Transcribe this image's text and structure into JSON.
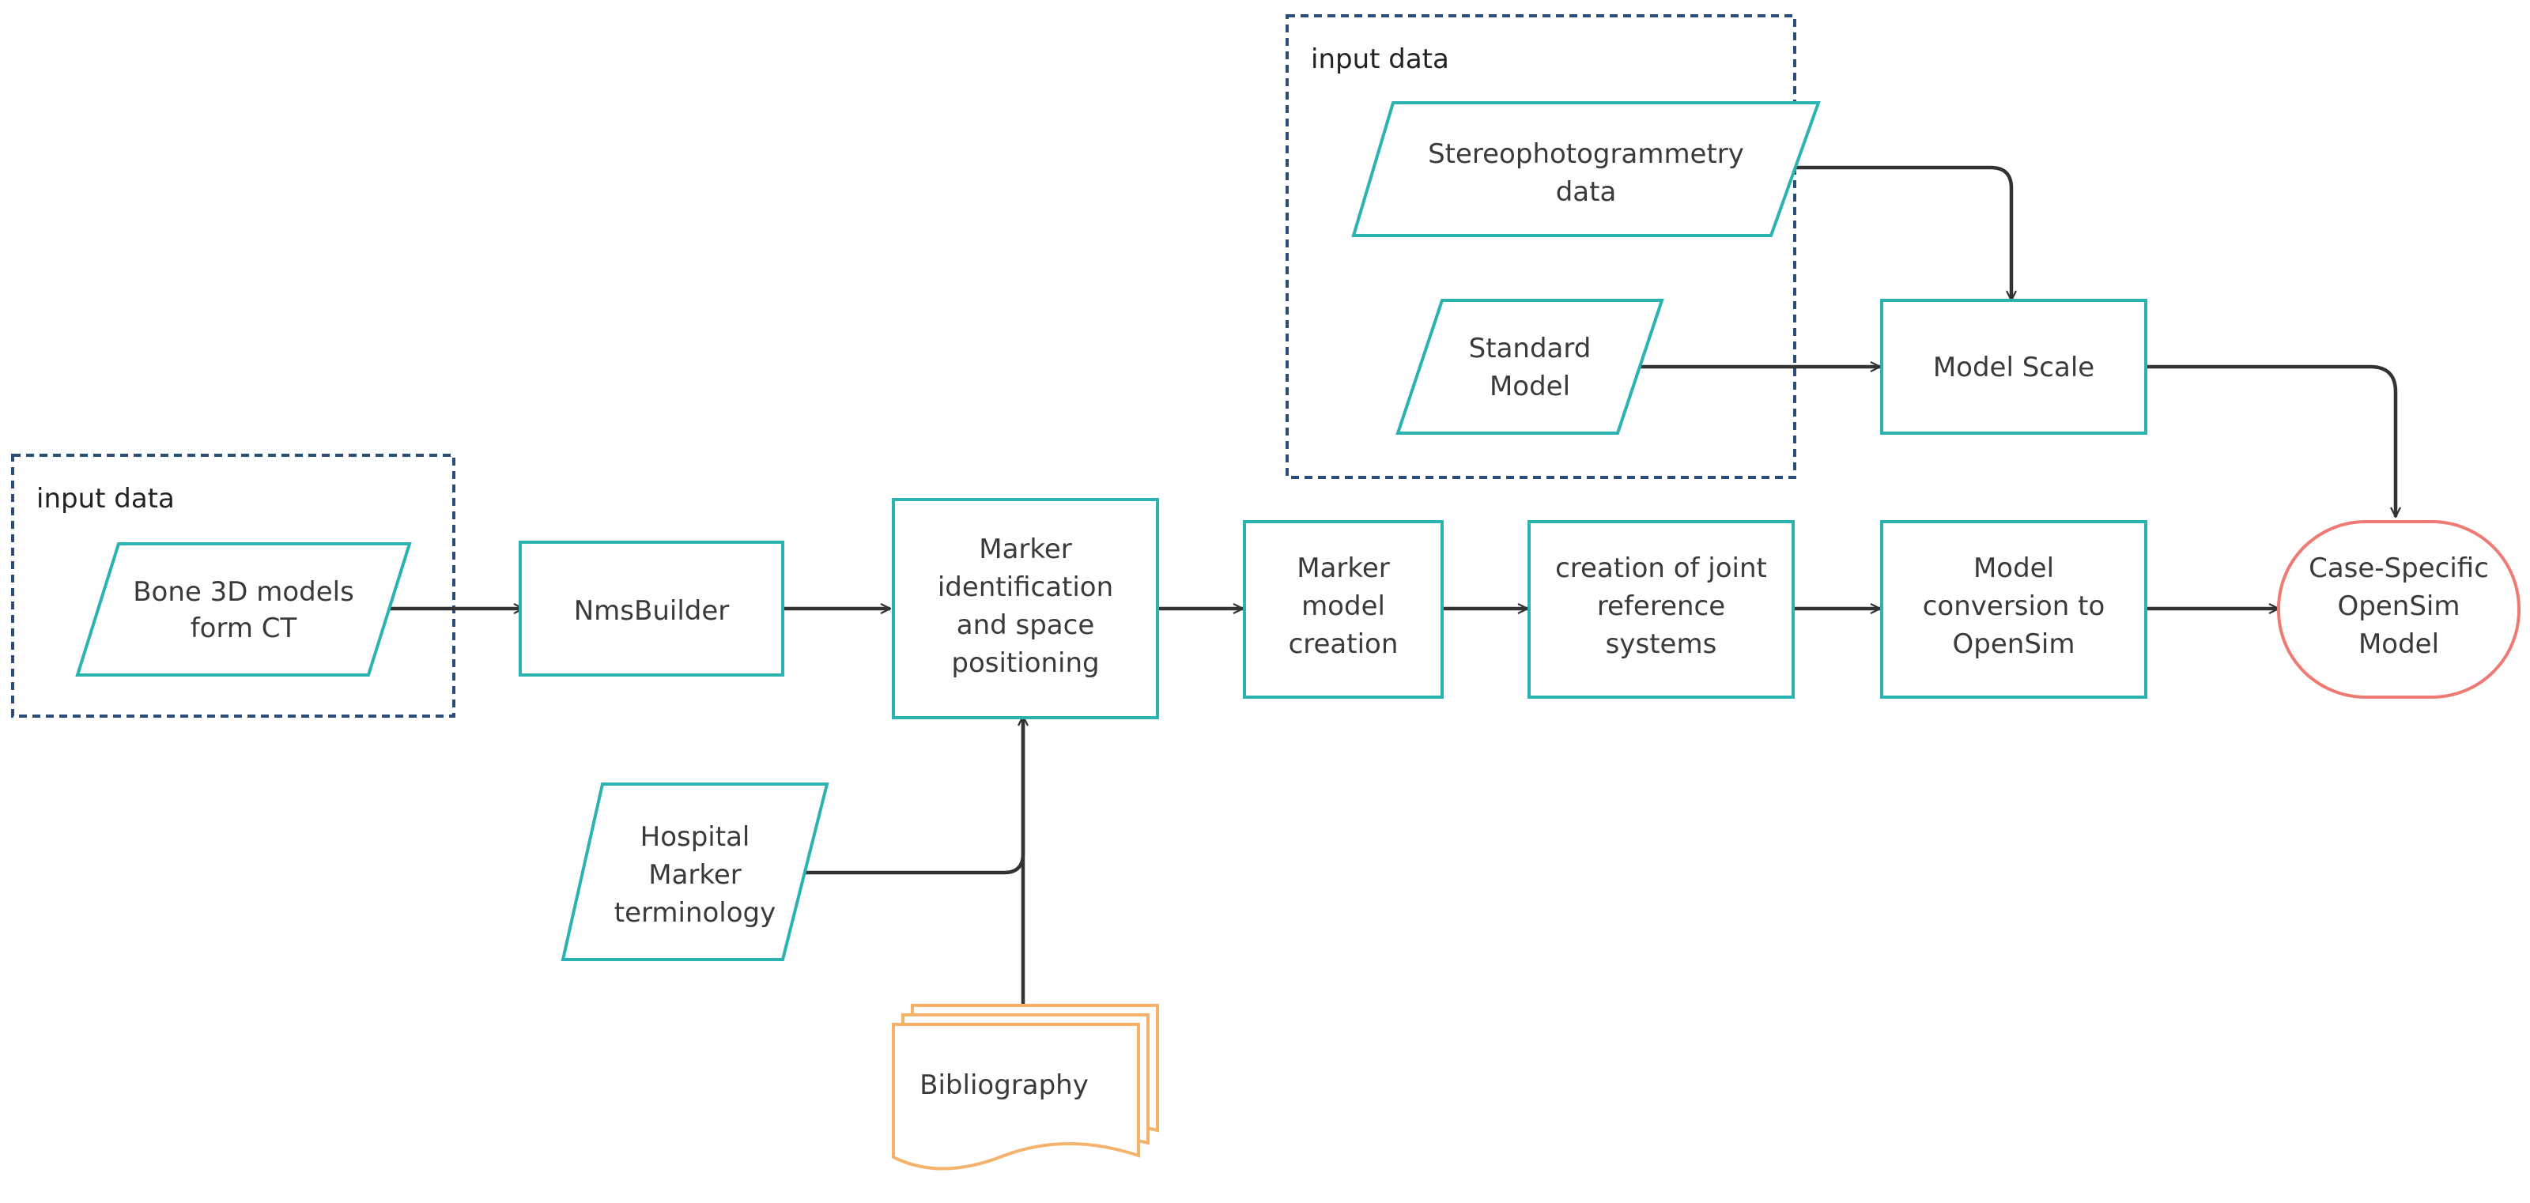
{
  "groups": [
    {
      "id": "g1",
      "label": "input data"
    },
    {
      "id": "g2",
      "label": "input data"
    }
  ],
  "nodes": {
    "bone_models": {
      "lines": [
        "Bone 3D models",
        "form CT"
      ],
      "shape": "parallelogram"
    },
    "nmsbuilder": {
      "lines": [
        "NmsBuilder"
      ],
      "shape": "process"
    },
    "marker_identification": {
      "lines": [
        "Marker",
        "identification",
        "and space",
        "positioning"
      ],
      "shape": "process"
    },
    "marker_model_creation": {
      "lines": [
        "Marker",
        "model",
        "creation"
      ],
      "shape": "process"
    },
    "joint_reference": {
      "lines": [
        "creation of joint",
        "reference",
        "systems"
      ],
      "shape": "process"
    },
    "model_conversion": {
      "lines": [
        "Model",
        "conversion to",
        "OpenSim"
      ],
      "shape": "process"
    },
    "case_specific": {
      "lines": [
        "Case-Specific",
        "OpenSim",
        "Model"
      ],
      "shape": "terminal"
    },
    "stereophotogrammetry": {
      "lines": [
        "Stereophotogrammetry",
        "data"
      ],
      "shape": "parallelogram"
    },
    "standard_model": {
      "lines": [
        "Standard",
        "Model"
      ],
      "shape": "parallelogram"
    },
    "model_scale": {
      "lines": [
        "Model Scale"
      ],
      "shape": "process"
    },
    "hospital_marker": {
      "lines": [
        "Hospital",
        "Marker",
        "terminology"
      ],
      "shape": "parallelogram"
    },
    "bibliography": {
      "lines": [
        "Bibliography"
      ],
      "shape": "multi-document"
    }
  },
  "edges": [
    {
      "from": "bone_models",
      "to": "nmsbuilder"
    },
    {
      "from": "nmsbuilder",
      "to": "marker_identification"
    },
    {
      "from": "marker_identification",
      "to": "marker_model_creation"
    },
    {
      "from": "marker_model_creation",
      "to": "joint_reference"
    },
    {
      "from": "joint_reference",
      "to": "model_conversion"
    },
    {
      "from": "model_conversion",
      "to": "case_specific"
    },
    {
      "from": "stereophotogrammetry",
      "to": "model_scale"
    },
    {
      "from": "standard_model",
      "to": "model_scale"
    },
    {
      "from": "model_scale",
      "to": "case_specific"
    },
    {
      "from": "hospital_marker",
      "to": "marker_identification"
    },
    {
      "from": "bibliography",
      "to": "marker_identification"
    }
  ],
  "colors": {
    "process_stroke": "#2bb3b1",
    "document_stroke": "#f5b26b",
    "terminal_stroke": "#ee7a73",
    "group_stroke": "#2b4d7a",
    "edge": "#333333"
  }
}
